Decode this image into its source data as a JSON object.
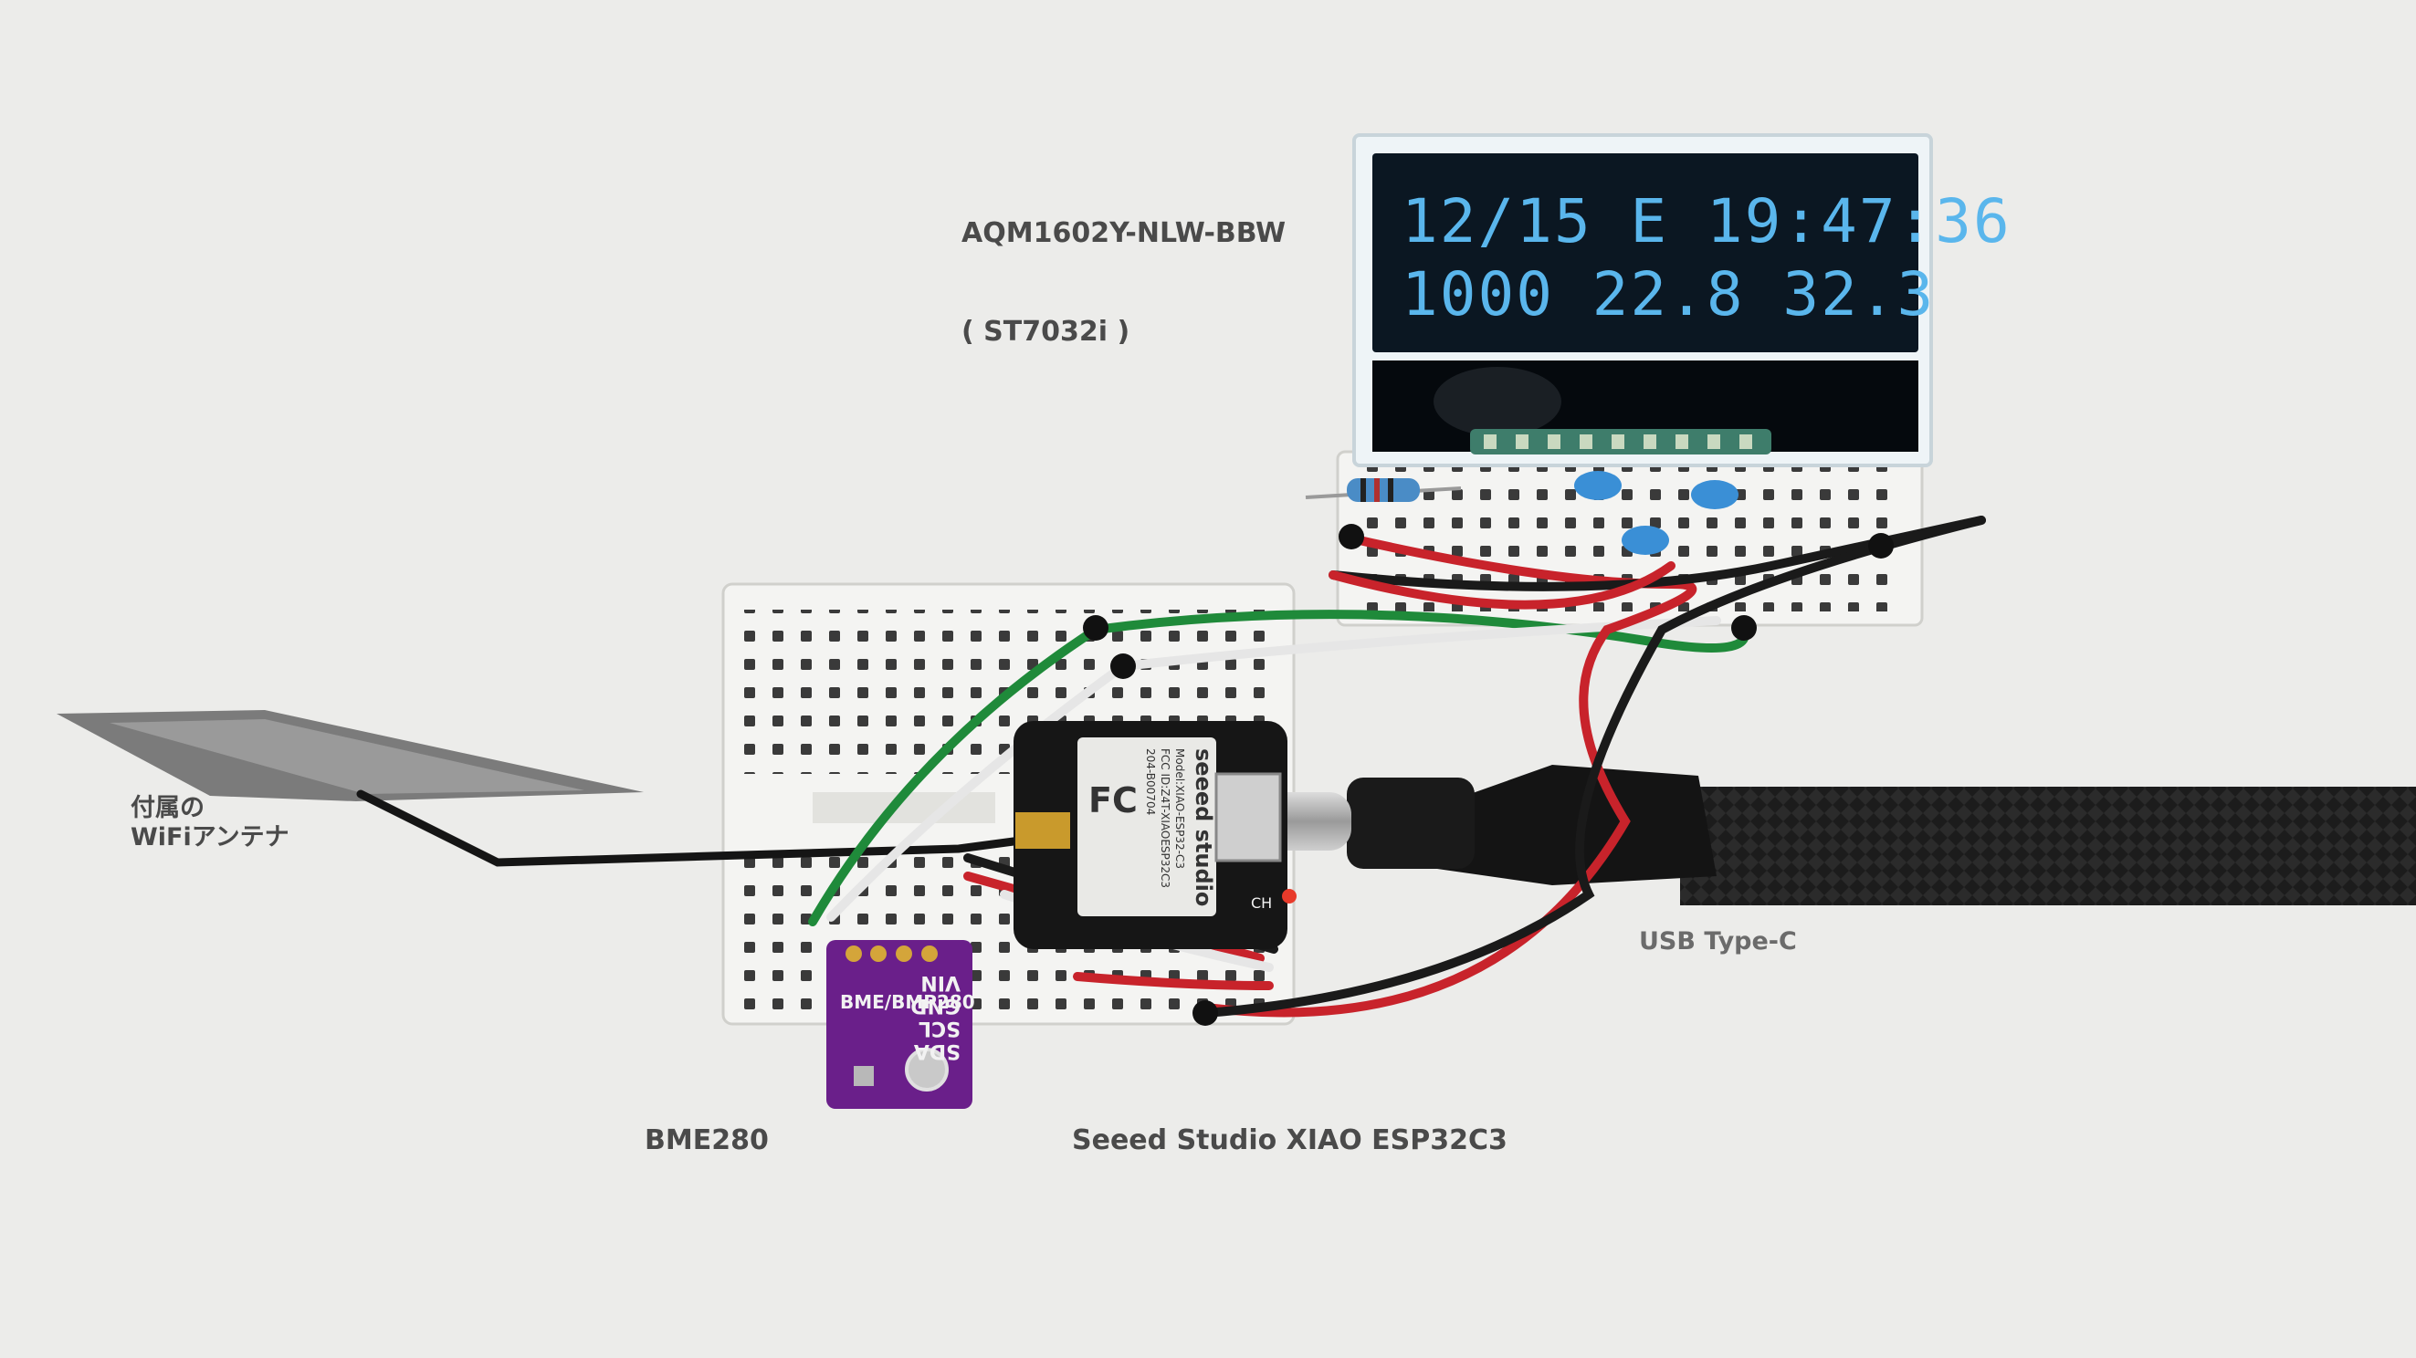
{
  "labels": {
    "lcd_model": "AQM1602Y-NLW-BBW",
    "lcd_controller": "( ST7032i )",
    "antenna": "付属の\nWiFiアンテナ",
    "usb": "USB Type-C",
    "sensor": "BME280",
    "mcu": "Seeed Studio XIAO ESP32C3"
  },
  "lcd": {
    "line1": "12/15 E 19:47:36",
    "line2": "1000  22.8  32.3",
    "text_color": "#5ab6ec",
    "background_color": "#0b1722"
  },
  "sensor_board": {
    "pins": [
      "VIN",
      "GND",
      "SCL",
      "SDA"
    ],
    "title": "BME/BMP280",
    "color": "#6a1f8a"
  },
  "mcu_board": {
    "brand": "seeed studio",
    "model": "Model:XIAO-ESP32-C3",
    "fcc_id": "FCC ID:Z4T-XIAOESP32C3",
    "cert": "204-B00704",
    "chip_label": "CH"
  },
  "wire_colors": {
    "red": "#c8232b",
    "black": "#1a1a1a",
    "green": "#1f8a3a",
    "white": "#e6e6e6"
  }
}
